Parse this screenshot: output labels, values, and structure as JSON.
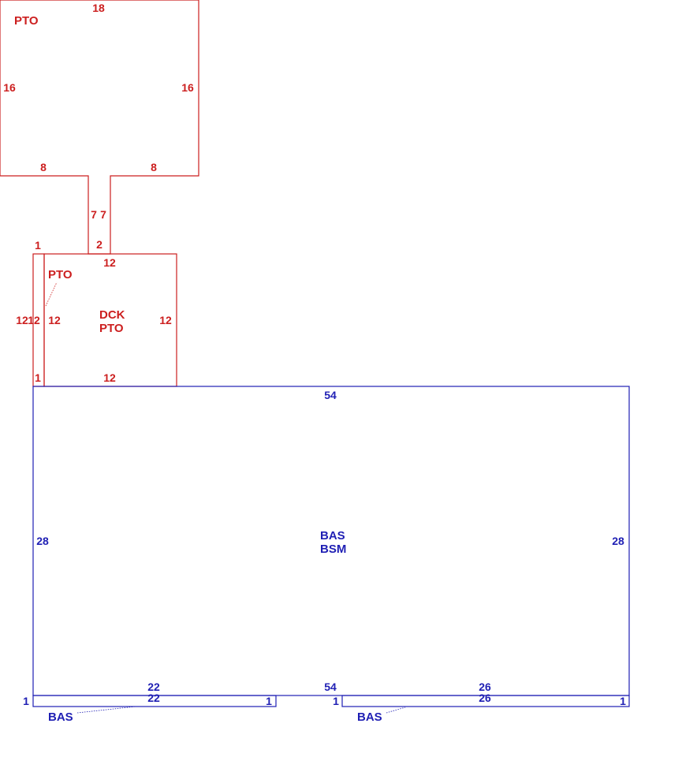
{
  "colors": {
    "upper": "#cc1f1f",
    "lower": "#1f1fb4"
  },
  "pto_top": {
    "code": "PTO",
    "top": "18",
    "left": "16",
    "right": "16",
    "bottom_left": "8",
    "bottom_right": "8",
    "neck_left": "7",
    "neck_right": "7",
    "neck_bottom": "2"
  },
  "deck": {
    "code_line1": "DCK",
    "code_line2": "PTO",
    "top": "12",
    "bottom": "12",
    "left": "12",
    "right": "12",
    "strip_code": "PTO",
    "strip_top": "1",
    "strip_bottom": "1",
    "strip_outer": "12",
    "strip_inner": "12"
  },
  "base": {
    "code_line1": "BAS",
    "code_line2": "BSM",
    "top": "54",
    "bottom": "54",
    "left": "28",
    "right": "28"
  },
  "strip_left": {
    "code": "BAS",
    "top": "22",
    "bottom": "22",
    "left": "1",
    "right": "1"
  },
  "strip_right": {
    "code": "BAS",
    "top": "26",
    "bottom": "26",
    "left": "1",
    "right": "1"
  }
}
